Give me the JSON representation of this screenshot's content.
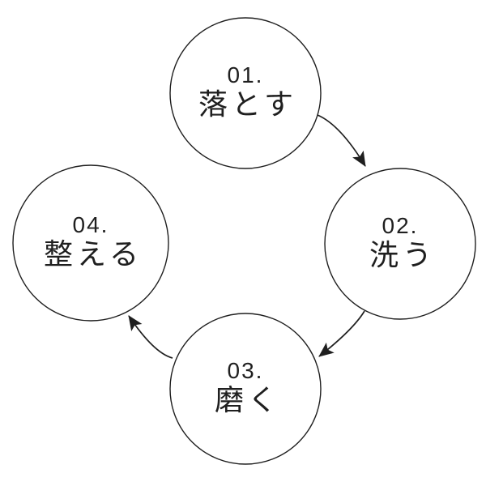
{
  "diagram": {
    "type": "cycle",
    "direction": "clockwise",
    "background_color": "#ffffff",
    "stroke_color": "#1f1f1f",
    "text_color": "#1f1f1f",
    "steps": [
      {
        "number": "01.",
        "label": "落とす"
      },
      {
        "number": "02.",
        "label": "洗う"
      },
      {
        "number": "03.",
        "label": "磨く"
      },
      {
        "number": "04.",
        "label": "整える"
      }
    ],
    "arrows": [
      {
        "from": "01",
        "to": "02"
      },
      {
        "from": "02",
        "to": "03"
      },
      {
        "from": "03",
        "to": "04"
      }
    ]
  }
}
